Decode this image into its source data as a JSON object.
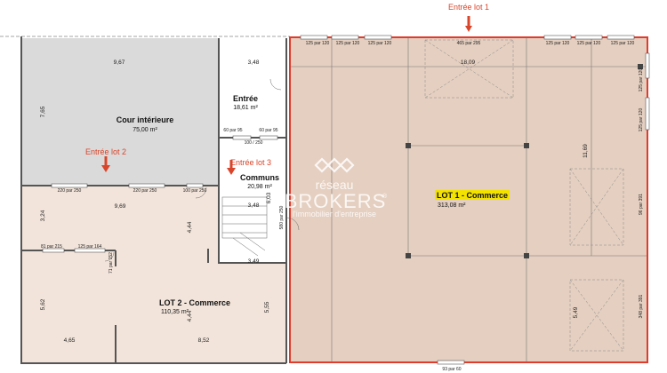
{
  "entrances": {
    "lot1": "Entrée lot 1",
    "lot2": "Entrée lot 2",
    "lot3": "Entrée lot 3"
  },
  "rooms": {
    "cour": {
      "name": "Cour intérieure",
      "area": "75,00 m²"
    },
    "entree": {
      "name": "Entrée",
      "area": "18,61 m²"
    },
    "communs": {
      "name": "Communs",
      "area": "20,98 m²"
    },
    "lot1": {
      "name": "LOT 1 - Commerce",
      "area": "313,08 m²"
    },
    "lot2": {
      "name": "LOT 2 - Commerce",
      "area": "110,35 m²"
    }
  },
  "dimensions": {
    "cour_width": "9,67",
    "cour_height": "7,65",
    "entree_width": "3,48",
    "lot1_top": "18,09",
    "lot1_height": "11,69",
    "lot1_bay": "5,49",
    "communs_width": "3,48",
    "communs_height": "6,03",
    "lot2_upper_width": "9,69",
    "lot2_upper_height": "3,24",
    "lot2_upper_right": "4,44",
    "lot2_stair_width": "3,49",
    "lot2_lower_height": "5,62",
    "lot2_lower_mid": "4,44",
    "lot2_right_height": "5,55",
    "lot2_bottom_left": "4,65",
    "lot2_bottom_right": "8,52"
  },
  "openings": {
    "lot1_top_1": "125 par 120",
    "lot1_top_2": "125 par 120",
    "lot1_top_3": "125 par 120",
    "lot1_skylight": "465 par 295",
    "lot1_top_4": "125 par 120",
    "lot1_top_5": "125 par 120",
    "lot1_top_6": "125 par 120",
    "lot1_side_1": "125 par 120",
    "lot1_side_2": "125 par 120",
    "lot1_side_3": "96 par 391",
    "lot1_side_4": "348 par 391",
    "lot1_bottom": "93 par 60",
    "entree_1": "60 par 95",
    "entree_2": "60 par 95",
    "communs_door": "100 / 250",
    "lot2_top_1": "220 par 250",
    "lot2_top_2": "220 par 250",
    "lot2_door": "100 par 250",
    "lot2_win_1": "81 par 215",
    "lot2_win_2": "125 par 164",
    "lot2_small": "71 par 152",
    "communs_side": "580 par 250"
  },
  "watermark": {
    "line1": "réseau",
    "line2": "BROKERS",
    "reg": "®",
    "line3": "l'immobilier d'entreprise"
  },
  "colors": {
    "lot_fill": "#e5cfc0",
    "lot2_fill": "#f2e4da",
    "cour_fill": "#dadada",
    "wall": "#555555",
    "lot1_border": "#e03c2d",
    "entrance_arrow": "#d9452a",
    "highlight": "#f3e200"
  }
}
